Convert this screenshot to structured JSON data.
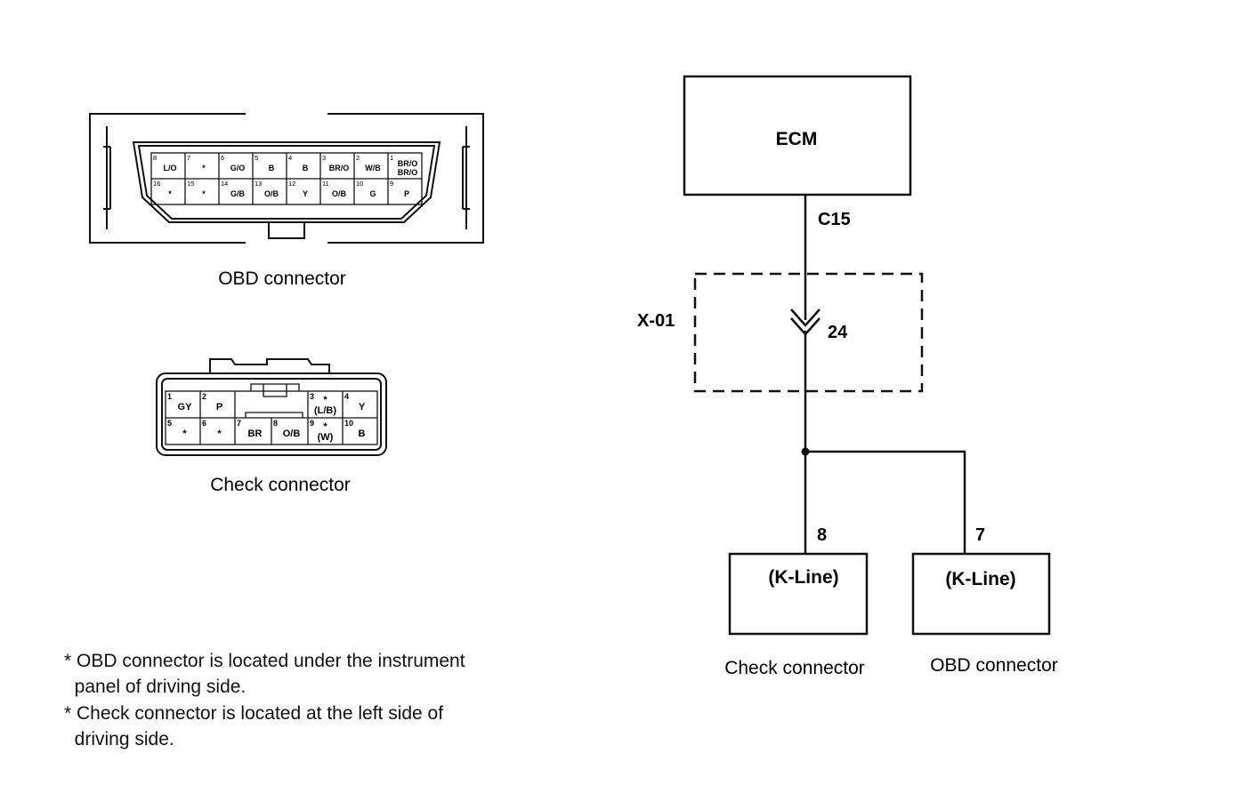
{
  "obd_connector": {
    "caption": "OBD connector",
    "top_row": [
      {
        "num": "8",
        "label": "L/O"
      },
      {
        "num": "7",
        "label": "*"
      },
      {
        "num": "6",
        "label": "G/O"
      },
      {
        "num": "5",
        "label": "B"
      },
      {
        "num": "4",
        "label": "B"
      },
      {
        "num": "3",
        "label": "BR/O"
      },
      {
        "num": "2",
        "label": "W/B"
      },
      {
        "num": "1",
        "label": "BR/O",
        "label2": "BR/O"
      }
    ],
    "bottom_row": [
      {
        "num": "16",
        "label": "*"
      },
      {
        "num": "15",
        "label": "*"
      },
      {
        "num": "14",
        "label": "G/B"
      },
      {
        "num": "13",
        "label": "O/B"
      },
      {
        "num": "12",
        "label": "Y"
      },
      {
        "num": "11",
        "label": "O/B"
      },
      {
        "num": "10",
        "label": "G"
      },
      {
        "num": "9",
        "label": "P"
      }
    ]
  },
  "check_connector": {
    "caption": "Check connector",
    "top_row": [
      {
        "num": "1",
        "label": "GY"
      },
      {
        "num": "2",
        "label": "P"
      },
      {
        "num": "3",
        "label": "*",
        "label2": "(L/B)"
      },
      {
        "num": "4",
        "label": "Y"
      }
    ],
    "bottom_row": [
      {
        "num": "5",
        "label": "*"
      },
      {
        "num": "6",
        "label": "*"
      },
      {
        "num": "7",
        "label": "BR"
      },
      {
        "num": "8",
        "label": "O/B"
      },
      {
        "num": "9",
        "label": "*",
        "label2": "(W)"
      },
      {
        "num": "10",
        "label": "B"
      }
    ]
  },
  "notes": [
    "* OBD connector is located under the instrument\n  panel of driving side.",
    "* Check connector is located at the left side of\n  driving side."
  ],
  "schematic": {
    "ecm_label": "ECM",
    "ecm_terminal": "C15",
    "junction_label": "X-01",
    "junction_pin": "24",
    "branch_left_pin": "8",
    "branch_right_pin": "7",
    "left_box_label": "(K-Line)",
    "right_box_label": "(K-Line)",
    "left_box_caption": "Check connector",
    "right_box_caption": "OBD connector"
  }
}
